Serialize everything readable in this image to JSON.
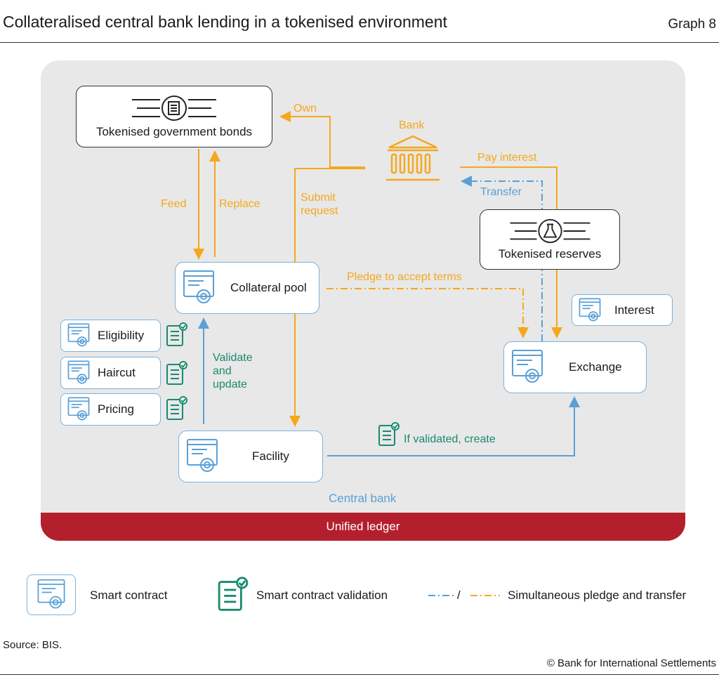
{
  "header": {
    "title": "Collateralised central bank lending in a tokenised environment",
    "graph_number": "Graph 8"
  },
  "nodes": {
    "bonds": "Tokenised government bonds",
    "bank": "Bank",
    "reserves": "Tokenised reserves",
    "collateral_pool": "Collateral pool",
    "interest": "Interest",
    "eligibility": "Eligibility",
    "haircut": "Haircut",
    "pricing": "Pricing",
    "exchange": "Exchange",
    "facility": "Facility"
  },
  "edges": {
    "own": "Own",
    "pay_interest": "Pay interest",
    "transfer": "Transfer",
    "feed": "Feed",
    "replace": "Replace",
    "submit_request": "Submit\nrequest",
    "pledge": "Pledge to accept terms",
    "validate": "Validate\nand\nupdate",
    "if_validated": "If validated, create"
  },
  "areas": {
    "central_bank": "Central bank",
    "unified_ledger": "Unified ledger"
  },
  "legend": {
    "smart_contract": "Smart contract",
    "smart_contract_validation": "Smart contract validation",
    "slash": "/",
    "simultaneous": "Simultaneous pledge and transfer"
  },
  "footer": {
    "source": "Source: BIS.",
    "copyright": "© Bank for International Settlements"
  },
  "colors": {
    "orange": "#f4a81d",
    "blue": "#5aa0d6",
    "green": "#1a8a6e",
    "ledger_red": "#b41f2d"
  }
}
